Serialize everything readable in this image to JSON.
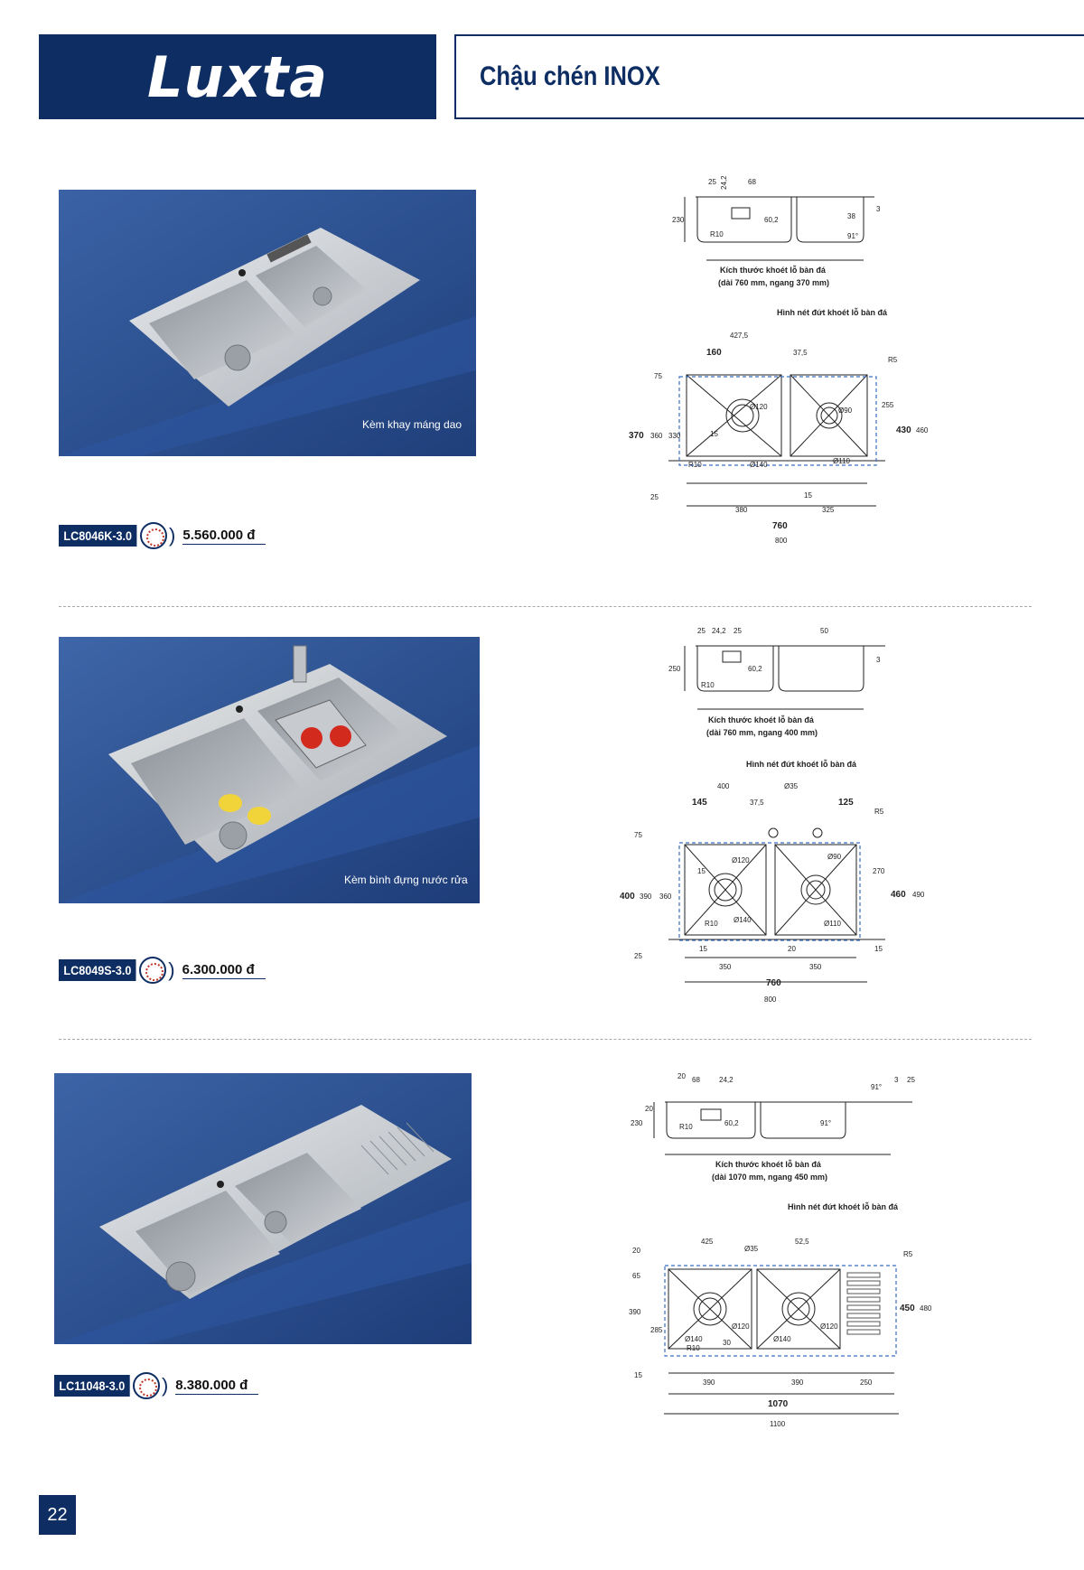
{
  "header": {
    "brand": "Luxta",
    "title": "Chậu chén INOX"
  },
  "products": [
    {
      "caption": "Kèm khay máng dao",
      "model": "LC8046K-3.0",
      "price": "5.560.000 đ",
      "side_view": {
        "dims": [
          "25",
          "24,2",
          "68",
          "230",
          "60,2",
          "R10",
          "38",
          "91°",
          "3"
        ],
        "cutout_label": "Kích thước khoét lỗ bàn đá",
        "cutout_size": "(dài 760 mm, ngang 370 mm)"
      },
      "top_view": {
        "dashed_label": "Hình nét đứt khoét lỗ bàn đá",
        "dims": [
          "427,5",
          "160",
          "37,5",
          "R5",
          "75",
          "255",
          "370",
          "360",
          "330",
          "430",
          "460",
          "Ø120",
          "Ø90",
          "15",
          "R10",
          "Ø140",
          "Ø110",
          "25",
          "15",
          "380",
          "325",
          "760",
          "800"
        ]
      }
    },
    {
      "caption": "Kèm bình đựng nước rửa",
      "model": "LC8049S-3.0",
      "price": "6.300.000 đ",
      "side_view": {
        "dims": [
          "25",
          "24,2",
          "25",
          "50",
          "250",
          "60,2",
          "R10",
          "3"
        ],
        "cutout_label": "Kích thước khoét lỗ bàn đá",
        "cutout_size": "(dài 760 mm, ngang 400 mm)"
      },
      "top_view": {
        "dashed_label": "Hình nét đứt khoét lỗ bàn đá",
        "dims": [
          "400",
          "145",
          "37,5",
          "Ø35",
          "125",
          "R5",
          "75",
          "270",
          "400",
          "390",
          "360",
          "460",
          "490",
          "Ø120",
          "Ø90",
          "15",
          "R10",
          "Ø140",
          "Ø110",
          "25",
          "15",
          "20",
          "15",
          "350",
          "350",
          "760",
          "800"
        ]
      }
    },
    {
      "caption": "",
      "model": "LC11048-3.0",
      "price": "8.380.000 đ",
      "side_view": {
        "dims": [
          "20",
          "68",
          "24,2",
          "230",
          "20",
          "R10",
          "60,2",
          "91°",
          "91°",
          "3",
          "25"
        ],
        "cutout_label": "Kích thước khoét lỗ bàn đá",
        "cutout_size": "(dài 1070 mm, ngang 450 mm)"
      },
      "top_view": {
        "dashed_label": "Hình nét đứt khoét lỗ bàn đá",
        "dims": [
          "425",
          "Ø35",
          "52,5",
          "R5",
          "20",
          "65",
          "390",
          "285",
          "450",
          "480",
          "Ø120",
          "Ø120",
          "Ø140",
          "R10",
          "30",
          "Ø140",
          "15",
          "390",
          "390",
          "250",
          "1070",
          "1100"
        ]
      }
    }
  ],
  "page_number": "22",
  "colors": {
    "brand_navy": "#0d2d63",
    "photo_blue": "#2c5394",
    "steel": "#c9ccd0",
    "dashed_blue": "#3a6fc4"
  }
}
